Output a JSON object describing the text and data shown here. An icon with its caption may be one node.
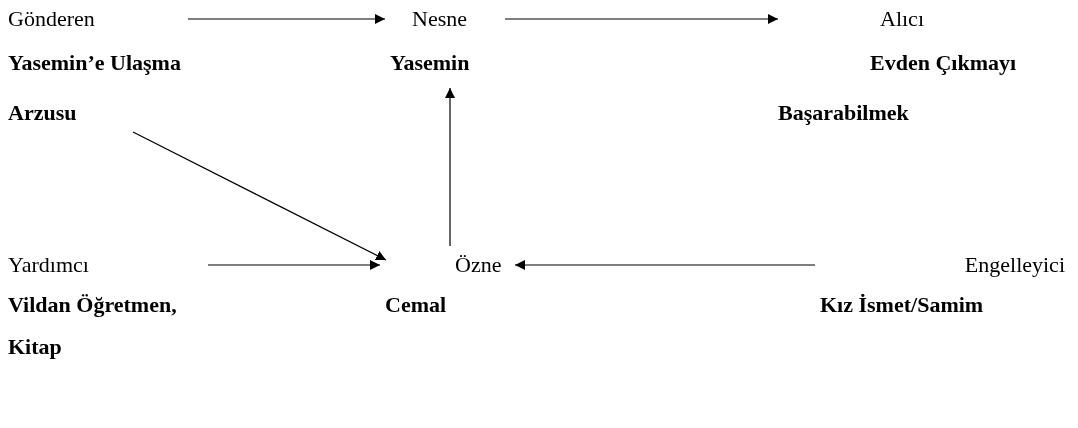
{
  "diagram": {
    "nodes": [
      {
        "text": [
          "Gönderen",
          "Yasemin’e Ulaşma Arzusu"
        ]
      },
      {
        "text": [
          "Nesne",
          "Yasemin"
        ]
      },
      {
        "text": [
          "Alıcı",
          "Evden Çıkmayı Başarabilmek"
        ]
      },
      {
        "text": [
          "Yardımcı",
          "Vildan Öğretmen, Kitap"
        ]
      },
      {
        "text": [
          "Özne",
          "Cemal"
        ]
      },
      {
        "text": [
          "Engelleyici",
          "Kız İsmet/Samim"
        ]
      }
    ],
    "edges": [
      {
        "from": 0,
        "to": 1,
        "arrow": "to"
      },
      {
        "from": 1,
        "to": 2,
        "arrow": "to"
      },
      {
        "from": 0,
        "to": 4,
        "arrow": "to"
      },
      {
        "from": 4,
        "to": 1,
        "arrow": "to"
      },
      {
        "from": 3,
        "to": 4,
        "arrow": "to"
      },
      {
        "from": 5,
        "to": 4,
        "arrow": "to"
      }
    ]
  }
}
